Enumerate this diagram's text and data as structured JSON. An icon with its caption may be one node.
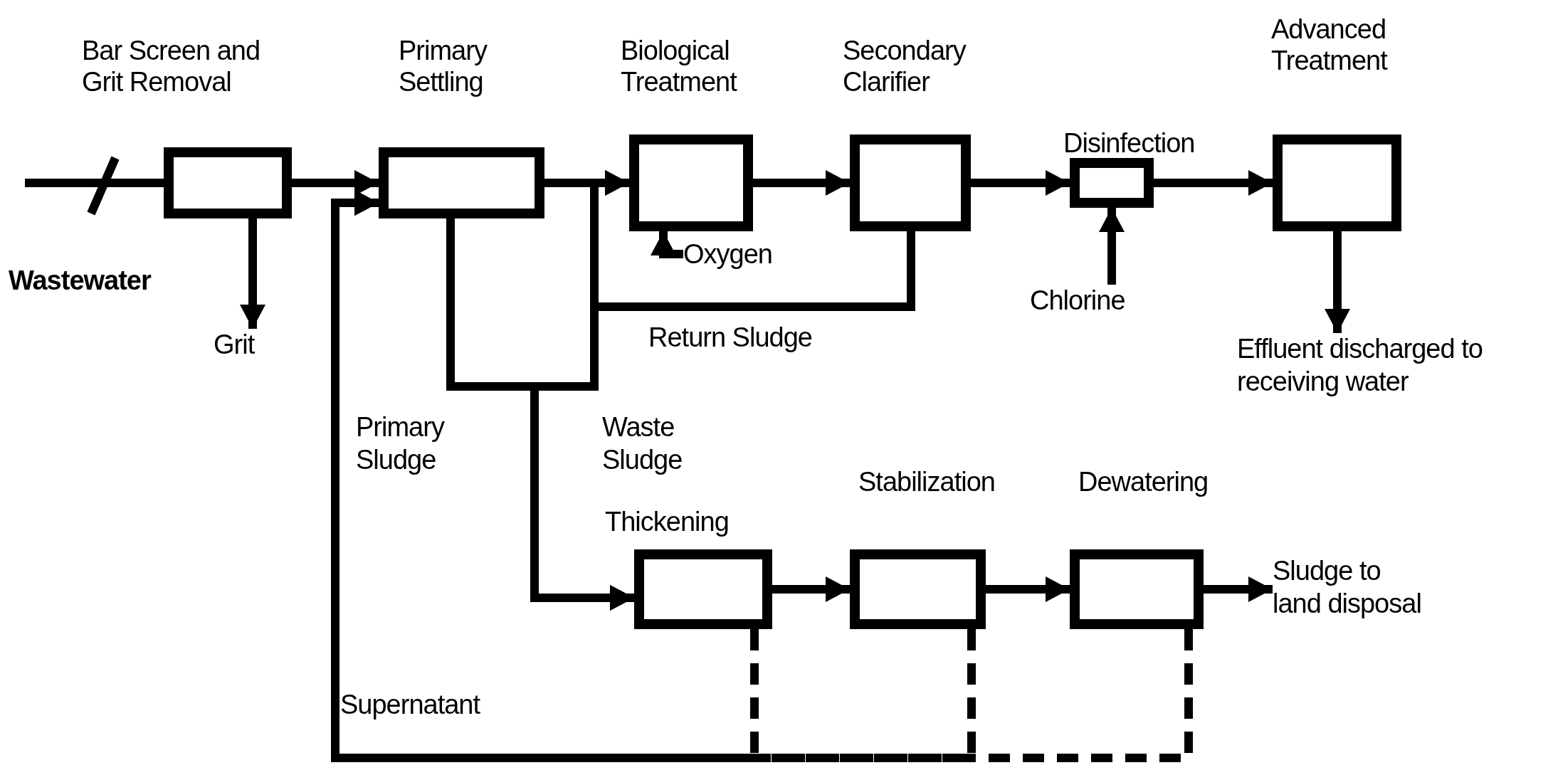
{
  "diagram": {
    "nodes": [
      {
        "text": [
          "Bar Screen and Grit Removal"
        ]
      },
      {
        "text": [
          "Primary Settling"
        ]
      },
      {
        "text": [
          "Biological Treatment"
        ]
      },
      {
        "text": [
          "Secondary Clarifier"
        ]
      },
      {
        "text": [
          "Disinfection"
        ]
      },
      {
        "text": [
          "Advanced Treatment"
        ]
      },
      {
        "text": [
          "Grit"
        ]
      },
      {
        "text": [
          "Oxygen"
        ]
      },
      {
        "text": [
          "Chlorine"
        ]
      },
      {
        "text": [
          "Effluent discharged to receiving water"
        ]
      },
      {
        "text": [
          "Thickening"
        ]
      },
      {
        "text": [
          "Stabilization"
        ]
      },
      {
        "text": [
          "Dewatering"
        ]
      },
      {
        "text": [
          "Sludge to land disposal"
        ]
      }
    ],
    "edges": [
      {
        "from": null,
        "to": 0,
        "arrow": "none"
      },
      {
        "from": 0,
        "to": 6,
        "arrow": "to"
      },
      {
        "from": 0,
        "to": 1,
        "arrow": "to"
      },
      {
        "from": 1,
        "to": 2,
        "arrow": "to"
      },
      {
        "from": 7,
        "to": 2,
        "arrow": "to"
      },
      {
        "from": 2,
        "to": 3,
        "arrow": "to"
      },
      {
        "from": 3,
        "to": 4,
        "arrow": "to"
      },
      {
        "from": 8,
        "to": 4,
        "arrow": "to"
      },
      {
        "from": 4,
        "to": 5,
        "arrow": "to"
      },
      {
        "from": 5,
        "to": 9,
        "arrow": "to"
      },
      {
        "from": 3,
        "to": 2,
        "arrow": "to",
        "label": "Return Sludge"
      },
      {
        "from": 1,
        "to": 10,
        "arrow": "to",
        "label": "Primary Sludge"
      },
      {
        "from": 3,
        "to": 10,
        "arrow": "to",
        "label": "Waste Sludge"
      },
      {
        "from": 10,
        "to": 11,
        "arrow": "to"
      },
      {
        "from": 11,
        "to": 12,
        "arrow": "to"
      },
      {
        "from": 12,
        "to": 13,
        "arrow": "to"
      },
      {
        "from": 10,
        "to": 1,
        "arrow": "to",
        "style": "dashed",
        "label": "Supernatant"
      },
      {
        "from": 11,
        "to": 1,
        "arrow": "to",
        "style": "dashed"
      },
      {
        "from": 12,
        "to": 1,
        "arrow": "to",
        "style": "dashed"
      }
    ],
    "labels": [
      "Wastewater"
    ]
  }
}
